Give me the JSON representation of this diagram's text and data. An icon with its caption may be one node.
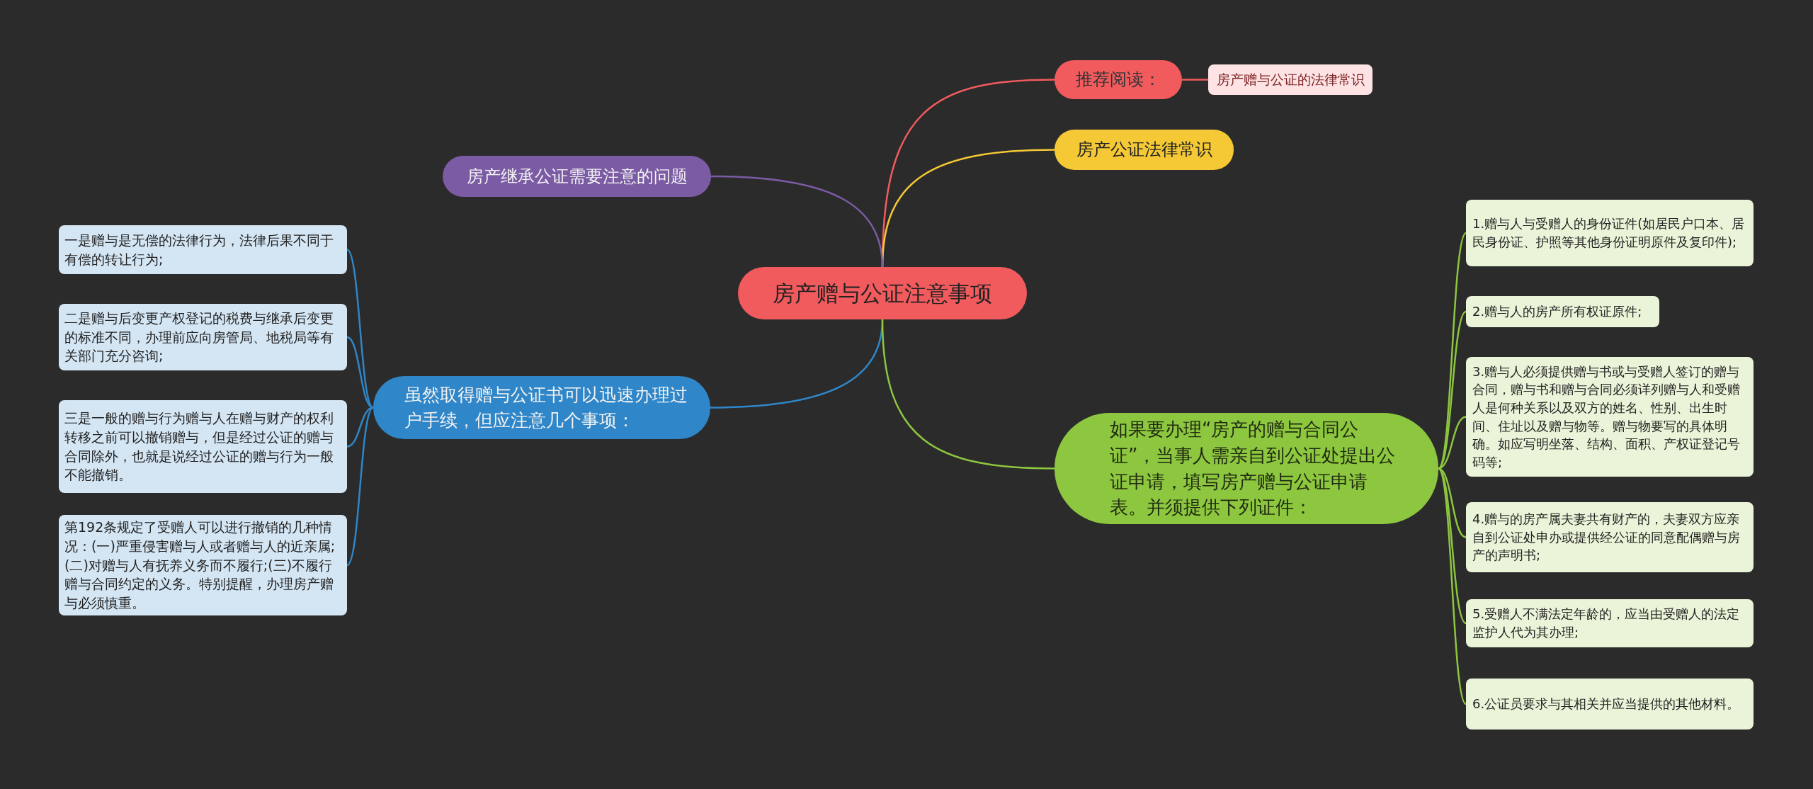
{
  "diagram": {
    "nodes": [
      {
        "text": [
          "房产赠与公证注意事项"
        ]
      },
      {
        "text": [
          "推荐阅读："
        ]
      },
      {
        "text": [
          "房产赠与公证的法律常识"
        ]
      },
      {
        "text": [
          "房产公证法律常识"
        ]
      },
      {
        "text": [
          "房产继承公证需要注意的问题"
        ]
      },
      {
        "text": [
          "虽然取得赠与公证书可以迅速办理过户手续，但应注意几个事项："
        ]
      },
      {
        "text": [
          "一是赠与是无偿的法律行为，法律后果不同于有偿的转让行为;"
        ]
      },
      {
        "text": [
          "二是赠与后变更产权登记的税费与继承后变更的标准不同，办理前应向房管局、地税局等有关部门充分咨询;"
        ]
      },
      {
        "text": [
          "三是一般的赠与行为赠与人在赠与财产的权利转移之前可以撤销赠与，但是经过公证的赠与合同除外，也就是说经过公证的赠与行为一般不能撤销。"
        ]
      },
      {
        "text": [
          "第192条规定了受赠人可以进行撤销的几种情况：(一)严重侵害赠与人或者赠与人的近亲属;(二)对赠与人有抚养义务而不履行;(三)不履行赠与合同约定的义务。特别提醒，办理房产赠与必须慎重。"
        ]
      },
      {
        "text": [
          "如果要办理“房产的赠与合同公证”，当事人需亲自到公证处提出公证申请，填写房产赠与公证申请表。并须提供下列证件："
        ]
      },
      {
        "text": [
          "1.赠与人与受赠人的身份证件(如居民户口本、居民身份证、护照等其他身份证明原件及复印件);"
        ]
      },
      {
        "text": [
          "2.赠与人的房产所有权证原件;"
        ]
      },
      {
        "text": [
          "3.赠与人必须提供赠与书或与受赠人签订的赠与合同，赠与书和赠与合同必须详列赠与人和受赠人是何种关系以及双方的姓名、性别、出生时间、住址以及赠与物等。赠与物要写的具体明确。如应写明坐落、结构、面积、产权证登记号码等;"
        ]
      },
      {
        "text": [
          "4.赠与的房产属夫妻共有财产的，夫妻双方应亲自到公证处申办或提供经公证的同意配偶赠与房产的声明书;"
        ]
      },
      {
        "text": [
          "5.受赠人不满法定年龄的，应当由受赠人的法定监护人代为其办理;"
        ]
      },
      {
        "text": [
          "6.公证员要求与其相关并应当提供的其他材料。"
        ]
      }
    ],
    "edges": [
      {
        "from": 0,
        "to": 1,
        "arrow": "none",
        "color": "#f25b5e"
      },
      {
        "from": 1,
        "to": 2,
        "arrow": "none",
        "color": "#f25b5e"
      },
      {
        "from": 0,
        "to": 3,
        "arrow": "none",
        "color": "#f5c935"
      },
      {
        "from": 0,
        "to": 4,
        "arrow": "none",
        "color": "#7b5ba4"
      },
      {
        "from": 0,
        "to": 5,
        "arrow": "none",
        "color": "#2f86c8"
      },
      {
        "from": 5,
        "to": 6,
        "arrow": "none",
        "color": "#2f86c8"
      },
      {
        "from": 5,
        "to": 7,
        "arrow": "none",
        "color": "#2f86c8"
      },
      {
        "from": 5,
        "to": 8,
        "arrow": "none",
        "color": "#2f86c8"
      },
      {
        "from": 5,
        "to": 9,
        "arrow": "none",
        "color": "#2f86c8"
      },
      {
        "from": 0,
        "to": 10,
        "arrow": "none",
        "color": "#8dc63f"
      },
      {
        "from": 10,
        "to": 11,
        "arrow": "none",
        "color": "#8dc63f"
      },
      {
        "from": 10,
        "to": 12,
        "arrow": "none",
        "color": "#8dc63f"
      },
      {
        "from": 10,
        "to": 13,
        "arrow": "none",
        "color": "#8dc63f"
      },
      {
        "from": 10,
        "to": 14,
        "arrow": "none",
        "color": "#8dc63f"
      },
      {
        "from": 10,
        "to": 15,
        "arrow": "none",
        "color": "#8dc63f"
      },
      {
        "from": 10,
        "to": 16,
        "arrow": "none",
        "color": "#8dc63f"
      }
    ]
  }
}
